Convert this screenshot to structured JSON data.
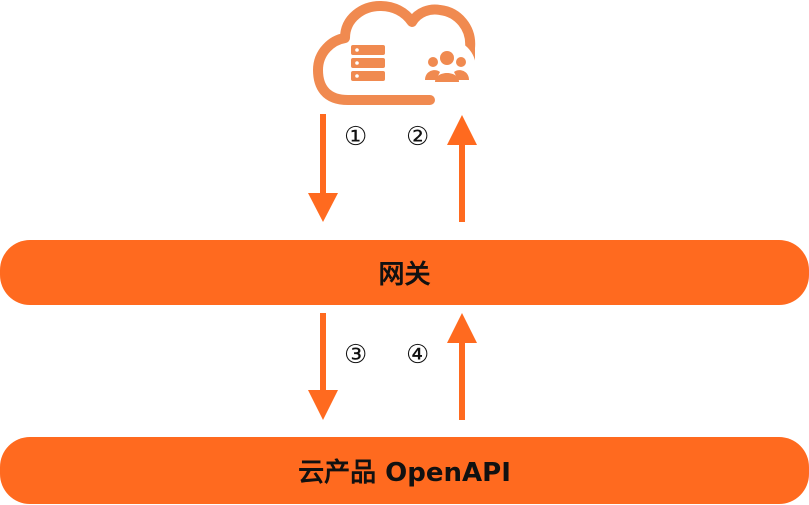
{
  "diagram": {
    "colors": {
      "accent": "#ff6a1f",
      "icon": "#f08a50",
      "text": "#111111",
      "background": "#ffffff"
    },
    "top_icon": {
      "name": "cloud-server-icon",
      "badge": "users-icon"
    },
    "steps": [
      "①",
      "②",
      "③",
      "④"
    ],
    "gateway_label": "网关",
    "product_label": "云产品 OpenAPI"
  }
}
